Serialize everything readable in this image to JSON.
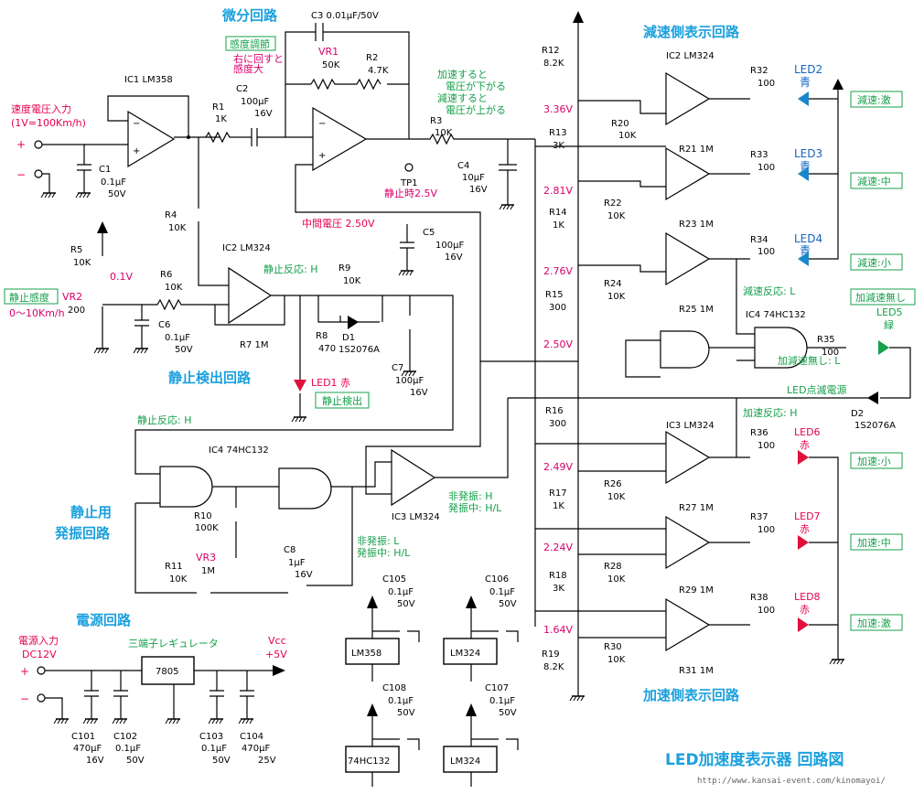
{
  "sections": {
    "differentiator": "微分回路",
    "decel_display": "減速側表示回路",
    "accel_display": "加速側表示回路",
    "stop_detect": "静止検出回路",
    "stop_osc": "静止用発振回路",
    "power": "電源回路",
    "main_title": "LED加速度表示器 回路図",
    "url": "http://www.kansai-event.com/kinomayoi/"
  },
  "input": {
    "label1": "速度電圧入力",
    "label2": "(1V=100Km/h)",
    "plus": "+",
    "minus": "−"
  },
  "power_input": {
    "label1": "電源入力",
    "label2": "DC12V",
    "plus": "+",
    "minus": "−",
    "reg_label": "三端子レギュレータ",
    "reg_part": "7805",
    "vcc1": "Vcc",
    "vcc2": "+5V"
  },
  "boxes": {
    "sensitivity": "感度調節",
    "sensitivity_note1": "右に回すと",
    "sensitivity_note2": "感度大",
    "stop_sens": "静止感度",
    "stop_sens_note": "0〜10Km/h",
    "stop_detect": "静止検出",
    "decel_strong": "減速:激",
    "decel_mid": "減速:中",
    "decel_small": "減速:小",
    "no_accel": "加減速無し",
    "accel_small": "加速:小",
    "accel_mid": "加速:中",
    "accel_strong": "加速:激"
  },
  "labels": {
    "ic1": "IC1 LM358",
    "ic2a": "IC2 LM324",
    "ic2b": "IC2 LM324",
    "ic3a": "IC3 LM324",
    "ic3b": "IC3 LM324",
    "ic4a": "IC4 74HC132",
    "ic4b": "IC4 74HC132",
    "c3": "C3 0.01μF/50V",
    "vr1": "VR1",
    "vr1_val": "50K",
    "r2": "R2",
    "r2_val": "4.7K",
    "r1": "R1",
    "r1_val": "1K",
    "c2": "C2",
    "c2_val1": "100μF",
    "c2_val2": "16V",
    "c1": "C1",
    "c1_val1": "0.1μF",
    "c1_val2": "50V",
    "tp1": "TP1",
    "tp1_note": "静止時2.5V",
    "mid_voltage": "中間電圧 2.50V",
    "r3": "R3",
    "r3_val": "10K",
    "c4": "C4",
    "c4_val1": "10μF",
    "c4_val2": "16V",
    "accel_note1": "加速すると",
    "accel_note2": "電圧が下がる",
    "decel_note1": "減速すると",
    "decel_note2": "電圧が上がる",
    "r4": "R4",
    "r4_val": "10K",
    "r5": "R5",
    "r5_val": "10K",
    "vr2": "VR2",
    "vr2_val": "200",
    "v01": "0.1V",
    "r6": "R6",
    "r6_val": "10K",
    "c6": "C6",
    "c6_val1": "0.1μF",
    "c6_val2": "50V",
    "r7": "R7 1M",
    "stop_resp_h": "静止反応: H",
    "r9": "R9",
    "r9_val": "10K",
    "c5": "C5",
    "c5_val1": "100μF",
    "c5_val2": "16V",
    "r8": "R8",
    "r8_val": "470",
    "d1": "D1",
    "d1_part": "1S2076A",
    "led1": "LED1 赤",
    "c7": "C7",
    "c7_val1": "100μF",
    "c7_val2": "16V",
    "stop_resp_h2": "静止反応: H",
    "r10": "R10",
    "r10_val": "100K",
    "vr3": "VR3",
    "vr3_val": "1M",
    "c8": "C8",
    "c8_val1": "1μF",
    "c8_val2": "16V",
    "r11": "R11",
    "r11_val": "10K",
    "no_osc_h": "非発振: H",
    "osc_hl": "発振中: H/L",
    "no_osc_l": "非発振: L",
    "osc_hl2": "発振中: H/L",
    "r12": "R12",
    "r12_val": "8.2K",
    "r13": "R13",
    "r13_val": "3K",
    "r14": "R14",
    "r14_val": "1K",
    "r15": "R15",
    "r15_val": "300",
    "r16": "R16",
    "r16_val": "300",
    "r17": "R17",
    "r17_val": "1K",
    "r18": "R18",
    "r18_val": "3K",
    "r19": "R19",
    "r19_val": "8.2K",
    "v336": "3.36V",
    "v281": "2.81V",
    "v276": "2.76V",
    "v250": "2.50V",
    "v249": "2.49V",
    "v224": "2.24V",
    "v164": "1.64V",
    "r20": "R20",
    "r20_val": "10K",
    "r21": "R21 1M",
    "r22": "R22",
    "r22_val": "10K",
    "r23": "R23 1M",
    "r24": "R24",
    "r24_val": "10K",
    "r25": "R25 1M",
    "r26": "R26",
    "r26_val": "10K",
    "r27": "R27 1M",
    "r28": "R28",
    "r28_val": "10K",
    "r29": "R29 1M",
    "r30": "R30",
    "r30_val": "10K",
    "r31": "R31 1M",
    "r32": "R32",
    "r32_val": "100",
    "r33": "R33",
    "r33_val": "100",
    "r34": "R34",
    "r34_val": "100",
    "r35": "R35",
    "r35_val": "100",
    "r36": "R36",
    "r36_val": "100",
    "r37": "R37",
    "r37_val": "100",
    "r38": "R38",
    "r38_val": "100",
    "led2": "LED2",
    "led3": "LED3",
    "led4": "LED4",
    "led5": "LED5",
    "led6": "LED6",
    "led7": "LED7",
    "led8": "LED8",
    "blue": "青",
    "green": "緑",
    "red": "赤",
    "decel_resp_l": "減速反応: L",
    "no_accel_l": "加減速無し: L",
    "led_blink_power": "LED点滅電源",
    "accel_resp_h": "加速反応: H",
    "d2": "D2",
    "d2_part": "1S2076A",
    "c101": "C101",
    "c101_val1": "470μF",
    "c101_val2": "16V",
    "c102": "C102",
    "c102_val1": "0.1μF",
    "c102_val2": "50V",
    "c103": "C103",
    "c103_val1": "0.1μF",
    "c103_val2": "50V",
    "c104": "C104",
    "c104_val1": "470μF",
    "c104_val2": "25V",
    "c105": "C105",
    "c105_val1": "0.1μF",
    "c105_val2": "50V",
    "c106": "C106",
    "c106_val1": "0.1μF",
    "c106_val2": "50V",
    "c107": "C107",
    "c107_val1": "0.1μF",
    "c107_val2": "50V",
    "c108": "C108",
    "c108_val1": "0.1μF",
    "c108_val2": "50V",
    "lm358": "LM358",
    "lm324a": "LM324",
    "lm324b": "LM324",
    "hc132": "74HC132"
  },
  "colors": {
    "title": "#1ba0dd",
    "red": "#e8004c",
    "blue_led": "#1b86c9",
    "green_led": "#15a04a",
    "red_led": "#e0103a",
    "green_text": "#15a04a",
    "magenta": "#d9006c"
  }
}
